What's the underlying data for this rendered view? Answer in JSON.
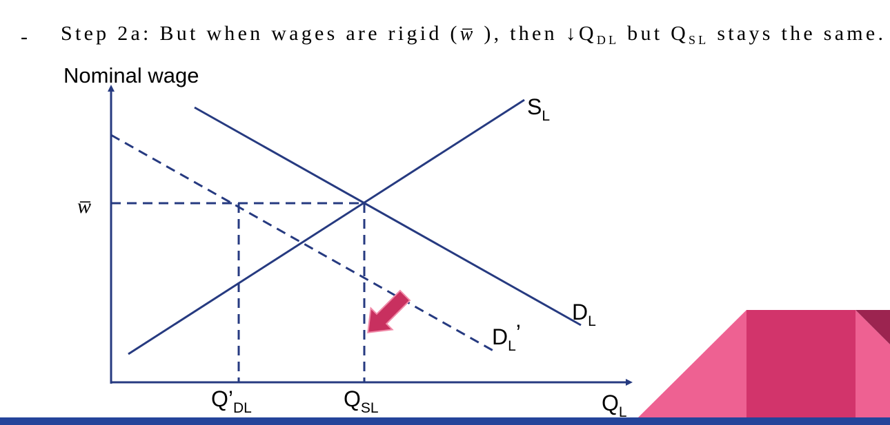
{
  "bullet": {
    "dash": "-",
    "prefix": "Step 2a: But when wages are rigid (",
    "w_symbol": "w̅",
    "middle": " ), then ↓Q",
    "sub_dl": "DL",
    "mid2": " but Q",
    "sub_sl": "SL",
    "suffix": " stays the same."
  },
  "axes": {
    "y_label": "Nominal wage",
    "x_label": "Q",
    "x_label_sub": "L",
    "w_bar_label": "w̅"
  },
  "curves": {
    "supply": {
      "label": "S",
      "sub": "L"
    },
    "demand": {
      "label": "D",
      "sub": "L"
    },
    "demand_shifted": {
      "label": "D",
      "sub": "L",
      "prime": "’"
    }
  },
  "ticks": {
    "q_dl": {
      "label": "Q’",
      "sub": "DL"
    },
    "q_sl": {
      "label": "Q",
      "sub": "SL"
    }
  },
  "colors": {
    "line": "#263a80",
    "arrow": "#c8305f",
    "bottom_bar": "#24449a",
    "deco_light": "#ee6192",
    "deco_mid": "#d2346b",
    "deco_dark": "#9c2450"
  }
}
